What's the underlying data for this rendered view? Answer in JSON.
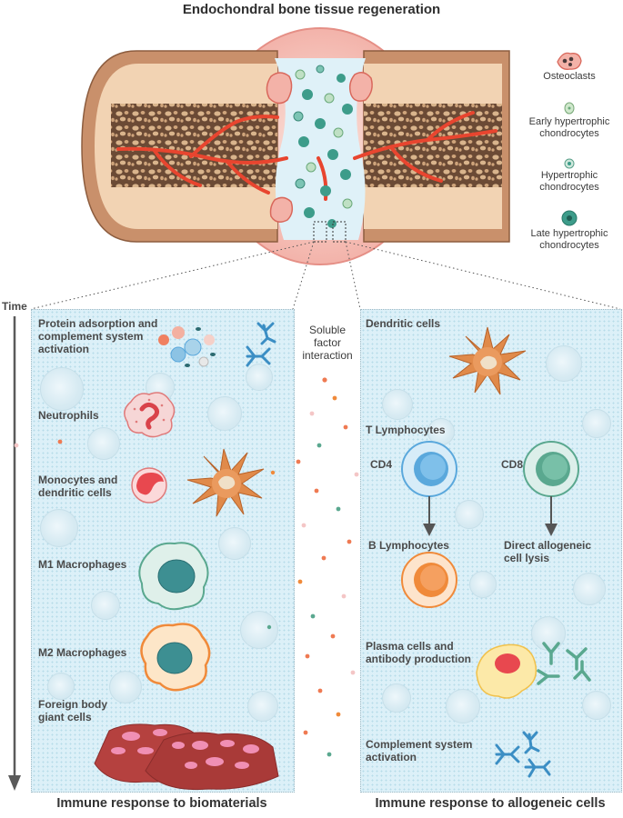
{
  "header": {
    "title": "Endochondral bone tissue regeneration"
  },
  "legend": {
    "osteoclasts": "Osteoclasts",
    "early": "Early hypertrophic chondrocytes",
    "hyper": "Hypertrophic chondrocytes",
    "late": "Late hypertrophic chondrocytes"
  },
  "timeline": {
    "label": "Time"
  },
  "middle": {
    "soluble": "Soluble factor interaction"
  },
  "left_panel": {
    "title": "Immune response to biomaterials",
    "items": {
      "protein": "Protein  adsorption and complement system activation",
      "neutrophils": "Neutrophils",
      "monocytes": "Monocytes and dendritic cells",
      "m1": "M1 Macrophages",
      "m2": "M2 Macrophages",
      "fbgc": "Foreign body giant cells"
    }
  },
  "right_panel": {
    "title": "Immune response to allogeneic cells",
    "items": {
      "dendritic": "Dendritic cells",
      "tlymph": "T Lymphocytes",
      "cd4": "CD4",
      "cd8": "CD8",
      "blymph": "B Lymphocytes",
      "lysis": "Direct allogeneic cell lysis",
      "plasma": "Plasma cells and antibody production",
      "complement": "Complement system activation"
    }
  },
  "colors": {
    "panel_bg": "#dcf0f8",
    "bone_outer": "#c8906a",
    "bone_trabecular": "#6b4a35",
    "vessel": "#e8452f",
    "cell_teal": "#3d9c8a",
    "cell_orange": "#f08a3a",
    "cell_blue": "#5aa8dc",
    "cell_pink": "#e88aa0"
  }
}
